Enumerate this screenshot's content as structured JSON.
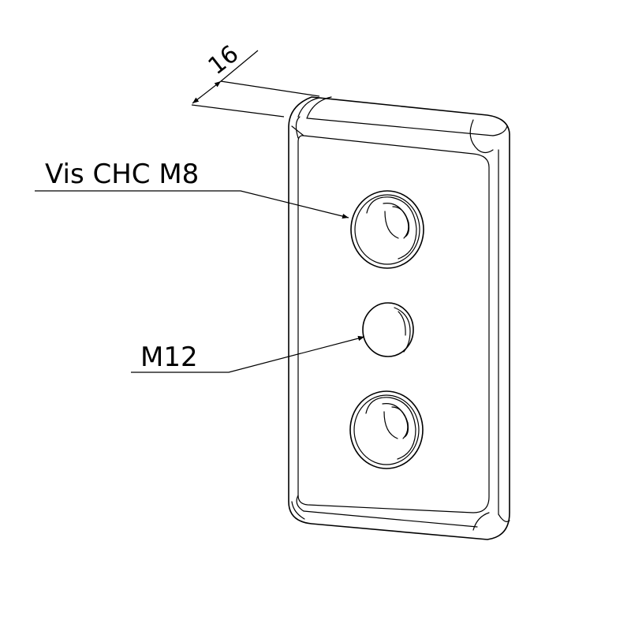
{
  "dimension": {
    "value": "16"
  },
  "callouts": [
    {
      "id": "screw",
      "text": "Vis CHC M8"
    },
    {
      "id": "thread",
      "text": "M12"
    }
  ]
}
